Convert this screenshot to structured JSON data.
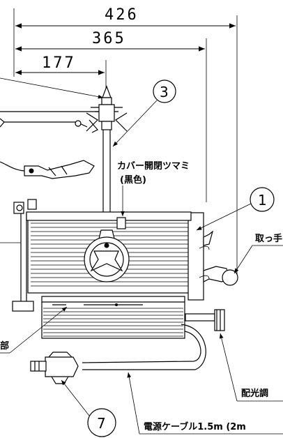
{
  "dimensions": {
    "overall_width": "426",
    "body_width": "365",
    "half_width": "177"
  },
  "labels": {
    "cover_knob": "カバー開閉ツマミ",
    "cover_knob_color": "(黒色)",
    "handle": "取っ手",
    "light_adjust": "配光調",
    "power_cable": "電源ケーブル1.5m (2m",
    "left_partial": "部"
  },
  "callouts": {
    "c1": "1",
    "c3": "3",
    "c7": "7"
  }
}
